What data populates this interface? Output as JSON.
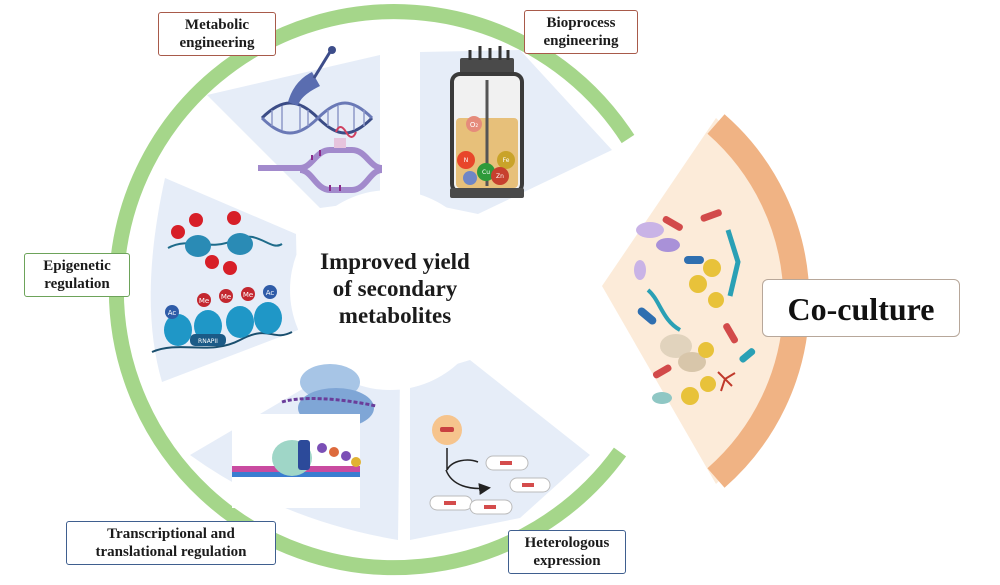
{
  "center": {
    "lines": [
      "Improved yield",
      "of secondary",
      "metabolites"
    ]
  },
  "segments": {
    "metabolic": {
      "lines": [
        "Metabolic",
        "engineering"
      ]
    },
    "bioprocess": {
      "lines": [
        "Bioprocess",
        "engineering"
      ]
    },
    "epigenetic": {
      "lines": [
        "Epigenetic",
        "regulation"
      ]
    },
    "transcriptional": {
      "lines": [
        "Transcriptional and",
        "translational regulation"
      ]
    },
    "heterologous": {
      "lines": [
        "Heterologous",
        "expression"
      ]
    }
  },
  "coculture": {
    "label": "Co-culture"
  },
  "bioreactor_labels": {
    "o2": "O₂",
    "n": "N",
    "cu": "Cu",
    "fe": "Fe",
    "zn": "Zn"
  },
  "epigenetic_labels": {
    "ac": "Ac",
    "me": "Me",
    "rnapii": "RNAPII"
  },
  "colors": {
    "ring": "#a5d68a",
    "segment_fill": "#e6edf8",
    "coculture_arc": "#f0b384",
    "coculture_fill": "#fcebd9",
    "metabolic_border": "#a85a4a",
    "bioprocess_border": "#a85a4a",
    "epigenetic_border": "#6da35a",
    "transcriptional_border": "#3f5f8f",
    "heterologous_border": "#3f5f8f"
  }
}
